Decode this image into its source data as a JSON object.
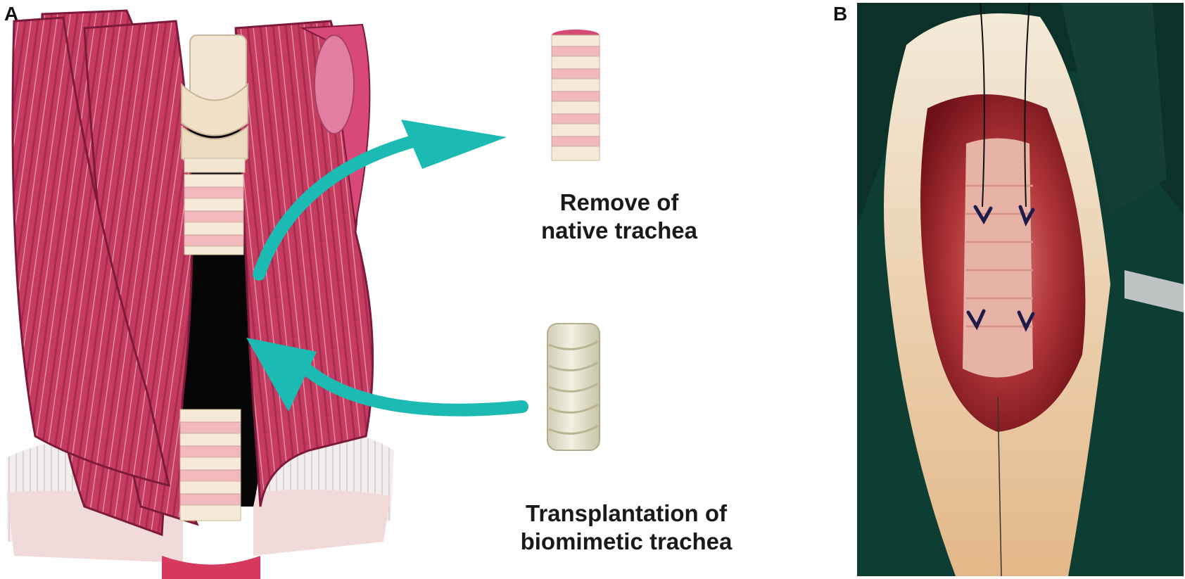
{
  "panel_a": {
    "letter": "A",
    "caption_remove_line1": "Remove of",
    "caption_remove_line2": "native trachea",
    "caption_transplant_line1": "Transplantation of",
    "caption_transplant_line2": "biomimetic trachea",
    "colors": {
      "muscle": "#c4395f",
      "muscle_dark": "#8e2145",
      "cartilage": "#efe2cc",
      "cartilage_pink": "#f1b9bd",
      "cavity": "#050505",
      "arrow": "#1bbab3",
      "scaffold": "#e8e6d1"
    }
  },
  "panel_b": {
    "letter": "B",
    "description_colors": {
      "drape": "#0f4a3c",
      "tissue": "#a5232a",
      "fur": "#e8d8b8",
      "suture": "#1e1a4a"
    }
  }
}
